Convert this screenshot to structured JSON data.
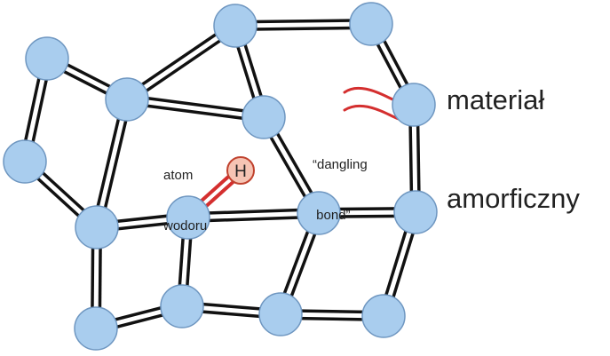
{
  "title_lines": [
    "materiał",
    "amorficzny"
  ],
  "atom_label_lines": [
    "atom",
    "wodoru"
  ],
  "dangling_label_lines": [
    "“dangling",
    " bond”"
  ],
  "hydrogen_symbol": "H",
  "colors": {
    "atom_fill": "#a9cdee",
    "atom_stroke": "#6e96c0",
    "hydrogen_fill": "#f6c4b4",
    "hydrogen_stroke": "#c0422e",
    "bond_stroke": "#111111",
    "dangling_bond": "#d42f2f"
  }
}
